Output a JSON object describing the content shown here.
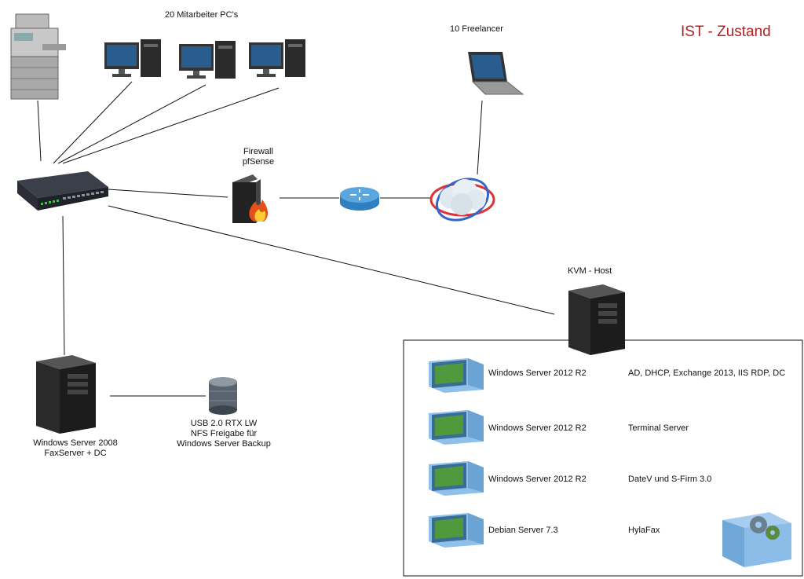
{
  "title": "IST - Zustand",
  "labels": {
    "pcs": "20 Mitarbeiter PC's",
    "freelancer": "10 Freelancer",
    "firewall_line1": "Firewall",
    "firewall_line2": "pfSense",
    "kvm": "KVM - Host",
    "server2008_line1": "Windows Server 2008",
    "server2008_line2": "FaxServer + DC",
    "usb_line1": "USB 2.0 RTX LW",
    "usb_line2": "NFS Freigabe für",
    "usb_line3": "Windows Server Backup"
  },
  "vms": [
    {
      "name": "Windows Server 2012 R2",
      "role": "AD, DHCP, Exchange 2013, IIS RDP, DC"
    },
    {
      "name": "Windows Server 2012 R2",
      "role": "Terminal Server"
    },
    {
      "name": "Windows Server 2012 R2",
      "role": "DateV und S-Firm 3.0"
    },
    {
      "name": "Debian Server 7.3",
      "role": "HylaFax"
    }
  ],
  "colors": {
    "title": "#b22222",
    "line": "#111111"
  }
}
